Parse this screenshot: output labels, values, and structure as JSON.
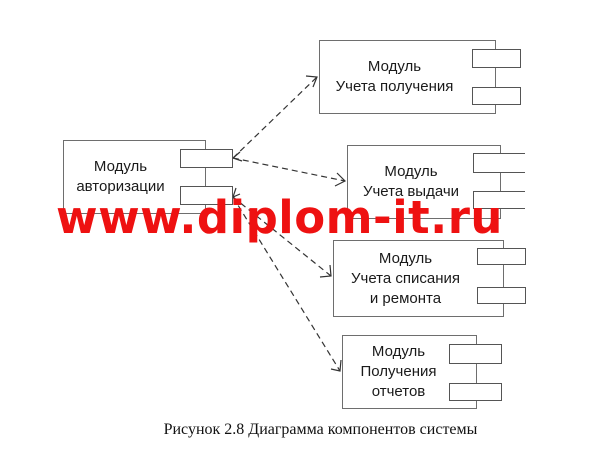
{
  "diagram": {
    "type": "UML component diagram",
    "components": [
      {
        "id": "auth",
        "lines": [
          "Модуль",
          "авторизации"
        ]
      },
      {
        "id": "receive",
        "lines": [
          "Модуль",
          "Учета получения"
        ]
      },
      {
        "id": "issue",
        "lines": [
          "Модуль",
          "Учета выдачи"
        ]
      },
      {
        "id": "writeoff",
        "lines": [
          "Модуль",
          "Учета списания",
          "и ремонта"
        ]
      },
      {
        "id": "reports",
        "lines": [
          "Модуль",
          "Получения",
          "отчетов"
        ]
      }
    ],
    "dependencies": [
      {
        "from": "auth",
        "to": "receive",
        "style": "dashed",
        "arrow": "open"
      },
      {
        "from": "auth",
        "to": "issue",
        "style": "dashed",
        "arrow": "open"
      },
      {
        "from": "auth",
        "to": "writeoff",
        "style": "dashed",
        "arrow": "open"
      },
      {
        "from": "auth",
        "to": "reports",
        "style": "dashed",
        "arrow": "open"
      }
    ]
  },
  "watermark": {
    "text": "www.diplom-it.ru",
    "color": "#ee1111"
  },
  "caption": "Рисунок 2.8 Диаграмма компонентов системы",
  "colors": {
    "box_border": "#6e6e6e",
    "text": "#1a1a1a",
    "line": "#333333"
  }
}
